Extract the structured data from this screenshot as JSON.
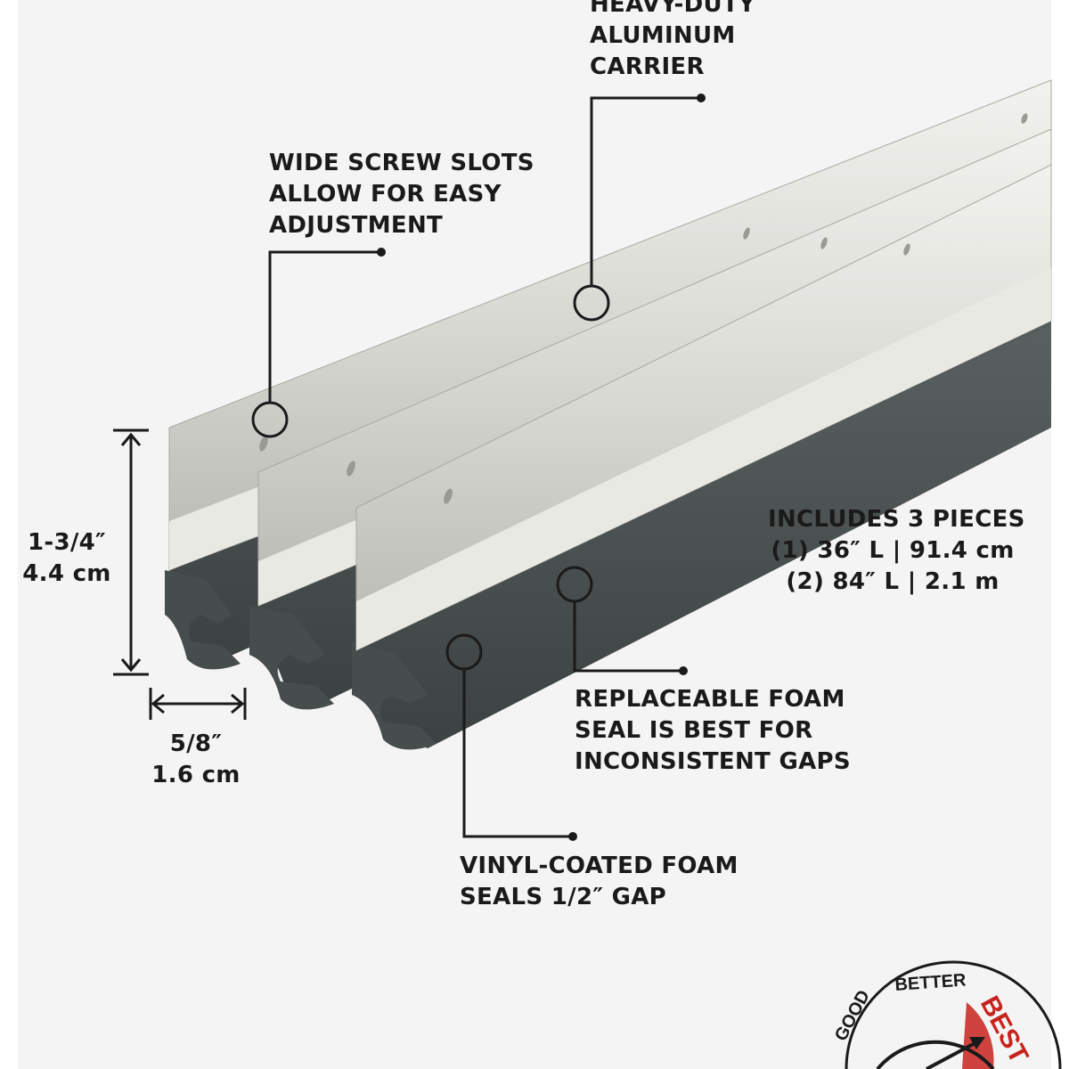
{
  "callouts": {
    "carrier": [
      "HEAVY-DUTY",
      "ALUMINUM",
      "CARRIER"
    ],
    "screw_slots": [
      "WIDE SCREW SLOTS",
      "ALLOW FOR EASY",
      "ADJUSTMENT"
    ],
    "includes": [
      "INCLUDES 3 PIECES",
      "(1) 36″ L | 91.4 cm",
      "(2) 84″ L | 2.1 m"
    ],
    "foam_seal": [
      "REPLACEABLE FOAM",
      "SEAL IS BEST FOR",
      "INCONSISTENT GAPS"
    ],
    "vinyl": [
      "VINYL-COATED FOAM",
      "SEALS 1/2″ GAP"
    ]
  },
  "dimensions": {
    "height": [
      "1-3/4″",
      "4.4 cm"
    ],
    "width": [
      "5/8″",
      "1.6 cm"
    ]
  },
  "rating": {
    "labels": [
      "GOOD",
      "BETTER",
      "BEST"
    ],
    "selected": "BEST",
    "accent_color": "#c8231e"
  },
  "colors": {
    "aluminum": "#dcdcd8",
    "foam": "#4a4f4f",
    "text": "#1a1a1a",
    "background": "#f4f4f4"
  }
}
